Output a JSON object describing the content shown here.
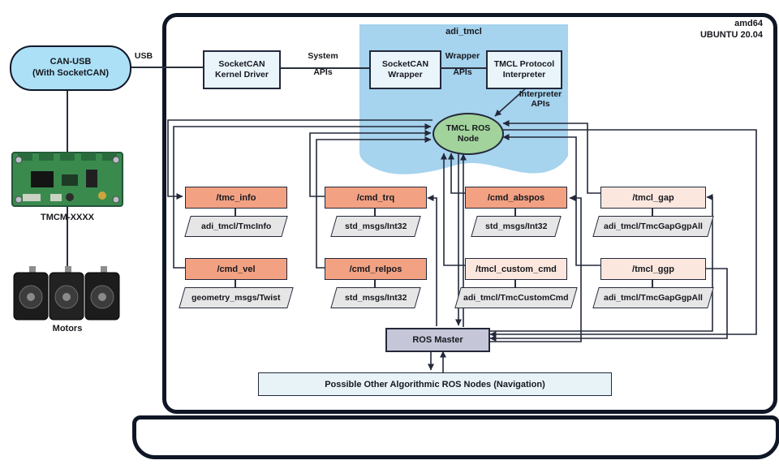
{
  "platform": {
    "arch": "amd64",
    "os": "UBUNTU 20.04"
  },
  "hardware": {
    "usb_label": "USB",
    "can_usb_line1": "CAN-USB",
    "can_usb_line2": "(With SocketCAN)",
    "board_label": "TMCM-XXXX",
    "motors_label": "Motors"
  },
  "kernel": {
    "box_line1": "SocketCAN",
    "box_line2": "Kernel Driver",
    "api_line1": "System",
    "api_line2": "APIs"
  },
  "package": {
    "title": "adi_tmcl",
    "wrapper_line1": "SocketCAN",
    "wrapper_line2": "Wrapper",
    "wrapper_api_line1": "Wrapper",
    "wrapper_api_line2": "APIs",
    "interpreter_line1": "TMCL Protocol",
    "interpreter_line2": "Interpreter",
    "interpreter_api_line1": "Interpreter",
    "interpreter_api_line2": "APIs",
    "node_line1": "TMCL ROS",
    "node_line2": "Node"
  },
  "topics": [
    {
      "name": "/tmc_info",
      "type": "adi_tmcl/TmcInfo"
    },
    {
      "name": "/cmd_trq",
      "type": "std_msgs/Int32"
    },
    {
      "name": "/cmd_abspos",
      "type": "std_msgs/Int32"
    },
    {
      "name": "/tmcl_gap",
      "type": "adi_tmcl/TmcGapGgpAll"
    },
    {
      "name": "/cmd_vel",
      "type": "geometry_msgs/Twist"
    },
    {
      "name": "/cmd_relpos",
      "type": "std_msgs/Int32"
    },
    {
      "name": "/tmcl_custom_cmd",
      "type": "adi_tmcl/TmcCustomCmd"
    },
    {
      "name": "/tmcl_ggp",
      "type": "adi_tmcl/TmcGapGgpAll"
    }
  ],
  "ros_master": "ROS Master",
  "other_nodes": "Possible Other Algorithmic ROS Nodes  (Navigation)",
  "colors": {
    "package_bg": "#a6d3ee",
    "box_bg": "#e9f4fb",
    "node_bg": "#a2d39c",
    "topic_publish": "#f2a183",
    "topic_light": "#fbe7de",
    "msg_bg": "#e6e6e6",
    "master_bg": "#c6c6d9",
    "other_bg": "#e8f3f8",
    "hw_pill": "#ace0f7"
  }
}
